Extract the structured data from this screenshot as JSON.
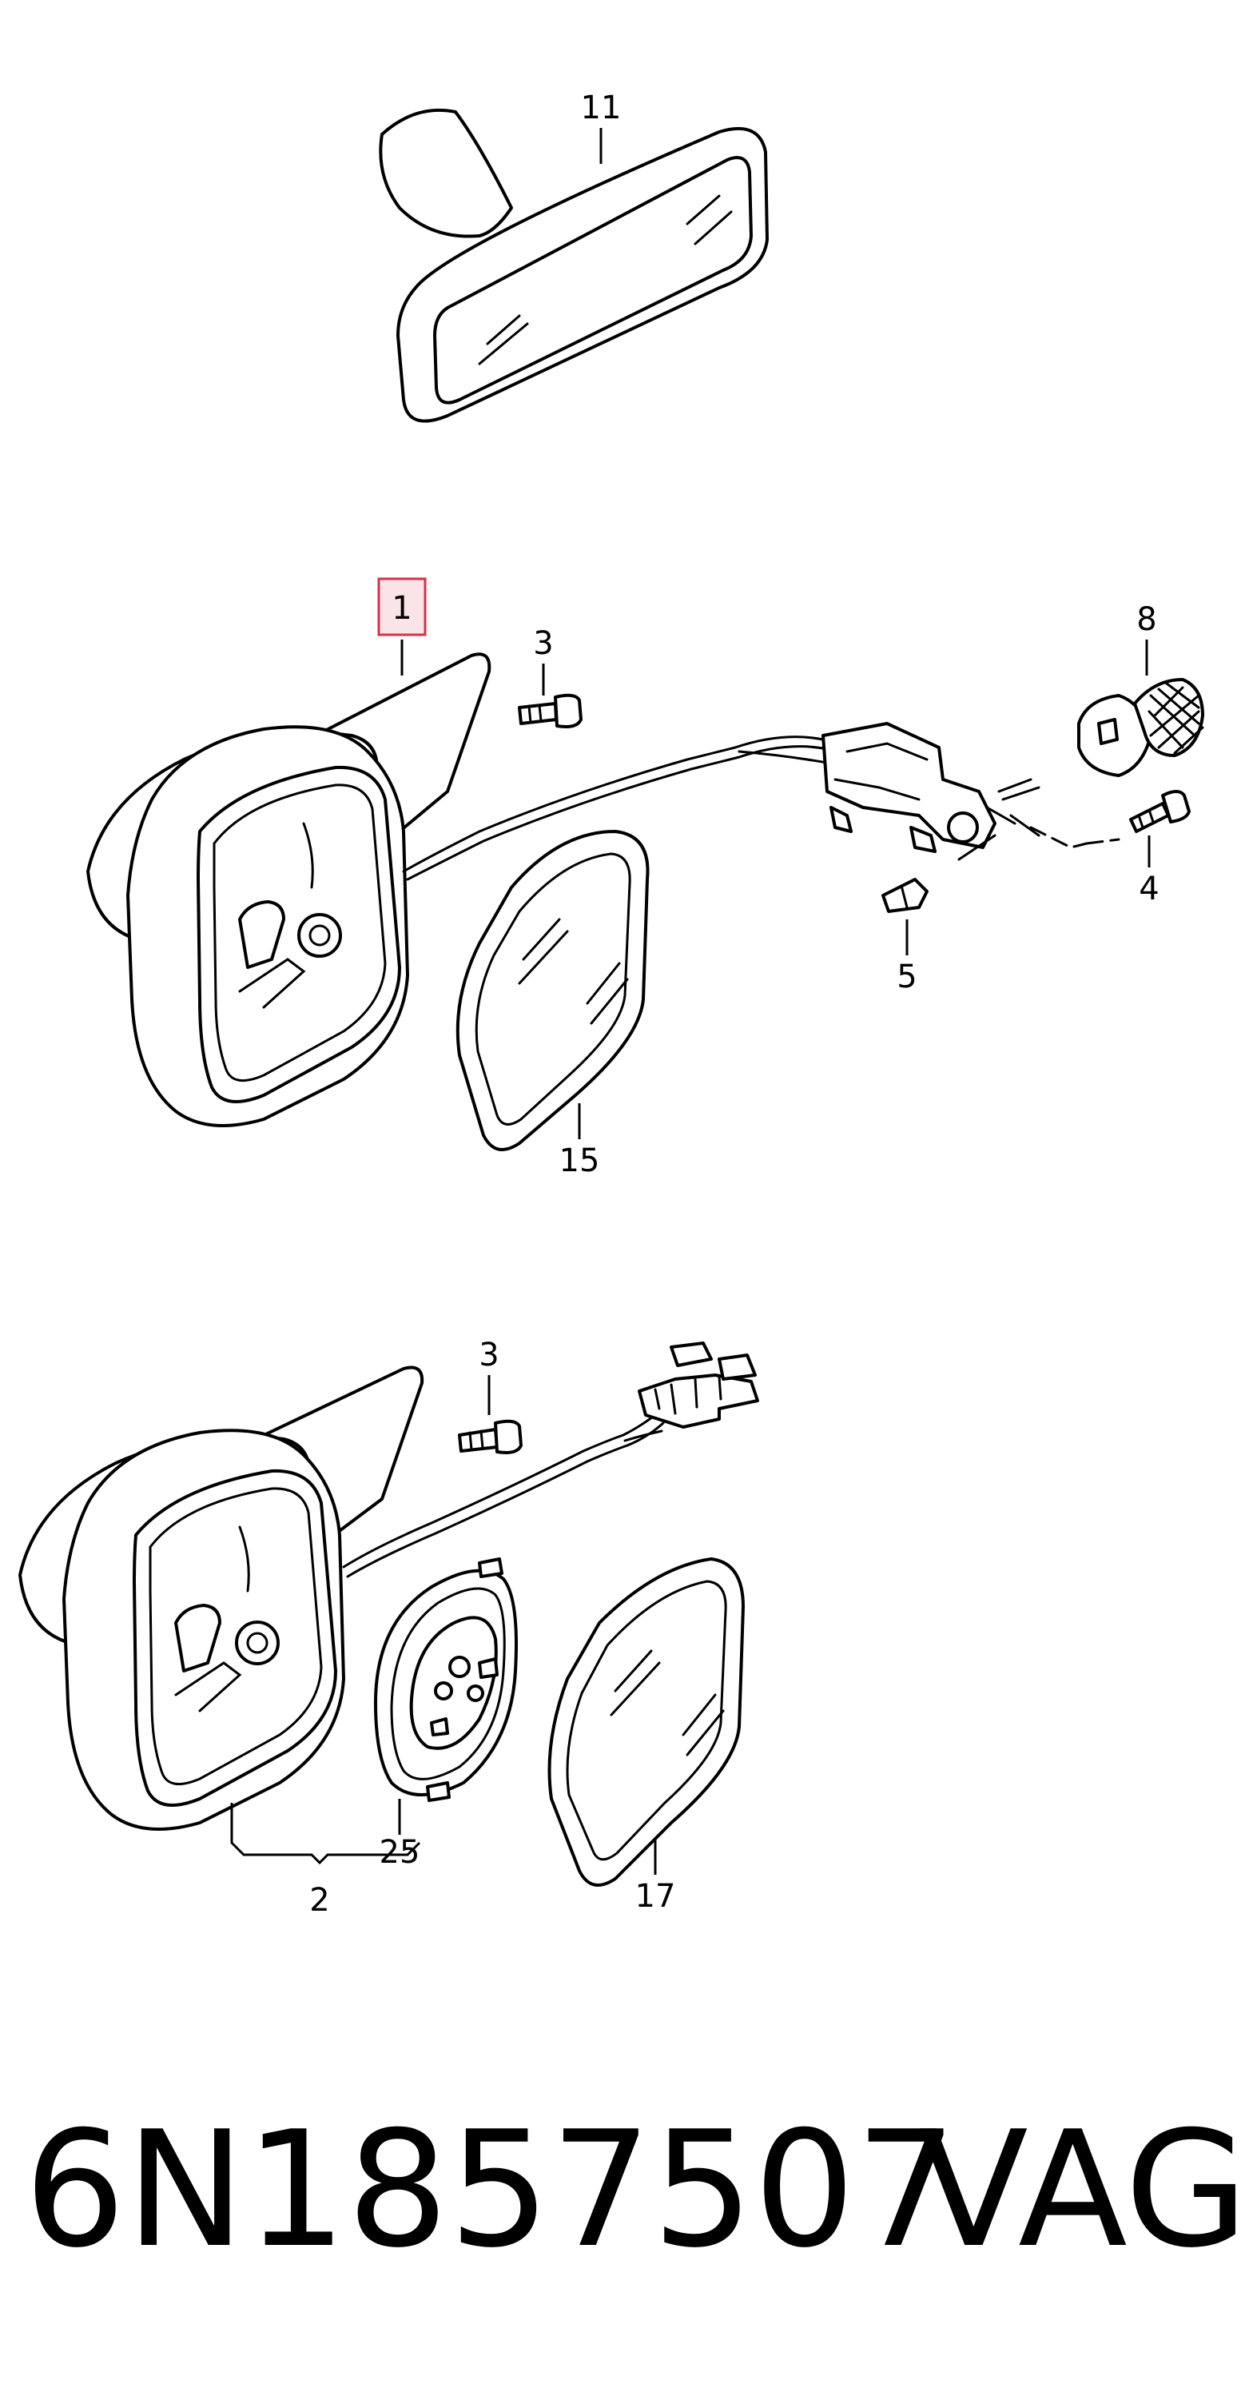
{
  "callouts": {
    "c11": "11",
    "c1": "1",
    "c3a": "3",
    "c8": "8",
    "c4": "4",
    "c5": "5",
    "c15": "15",
    "c3b": "3",
    "c25": "25",
    "c2": "2",
    "c17": "17"
  },
  "highlighted_callout": "1",
  "colors": {
    "line": "#000000",
    "highlight_fill": "#fbe4e8",
    "highlight_stroke": "#d9304a"
  },
  "footer": {
    "part_number": "6N1857507",
    "brand": "VAG"
  }
}
